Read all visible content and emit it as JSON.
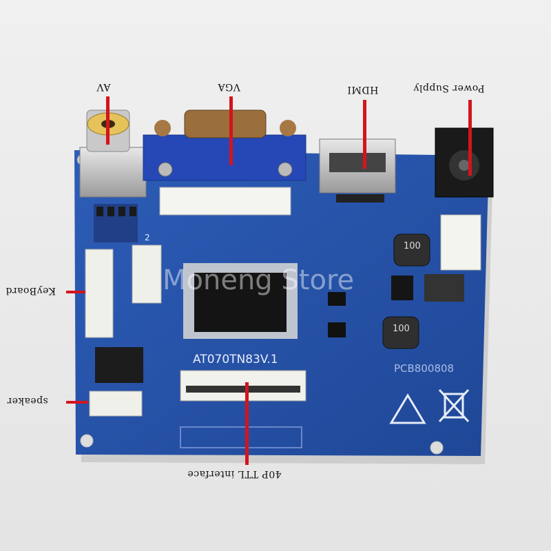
{
  "photo": {
    "description_labels": {
      "av": "AV",
      "vga": "VGA",
      "hdmi": "HDMI",
      "power": "Power Supply",
      "keyboard": "KeyBoard",
      "speaker": "speaker",
      "ttl": "40P TTL interface"
    },
    "board": {
      "model": "AT070TN83V.1",
      "pcb_code": "PCB800808",
      "inductor_1": "100",
      "inductor_2": "100",
      "connector_number": "2"
    },
    "watermark": "Moneng Store",
    "colors": {
      "board": "#2754a8",
      "callout": "#d4141c"
    }
  }
}
